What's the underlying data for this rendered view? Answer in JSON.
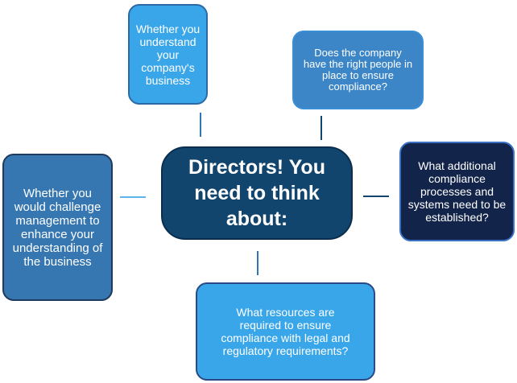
{
  "diagram": {
    "center_text": "Directors! You need to think about:",
    "nodes": {
      "top": "Whether you understand your company's business",
      "top_right": "Does the company have the right people in place to ensure compliance?",
      "right": "What additional compliance processes and systems need to be established?",
      "left": "Whether you would challenge management to enhance your understanding of the business",
      "bottom": "What resources are required to ensure compliance with legal and regulatory requirements?"
    },
    "colors": {
      "center": "#12456d",
      "light_blue": "#3aa6ea",
      "medium_blue": "#3c86c8",
      "dark_navy": "#12244a",
      "steel_blue": "#3677b2",
      "connector": "#2e76b8"
    }
  }
}
